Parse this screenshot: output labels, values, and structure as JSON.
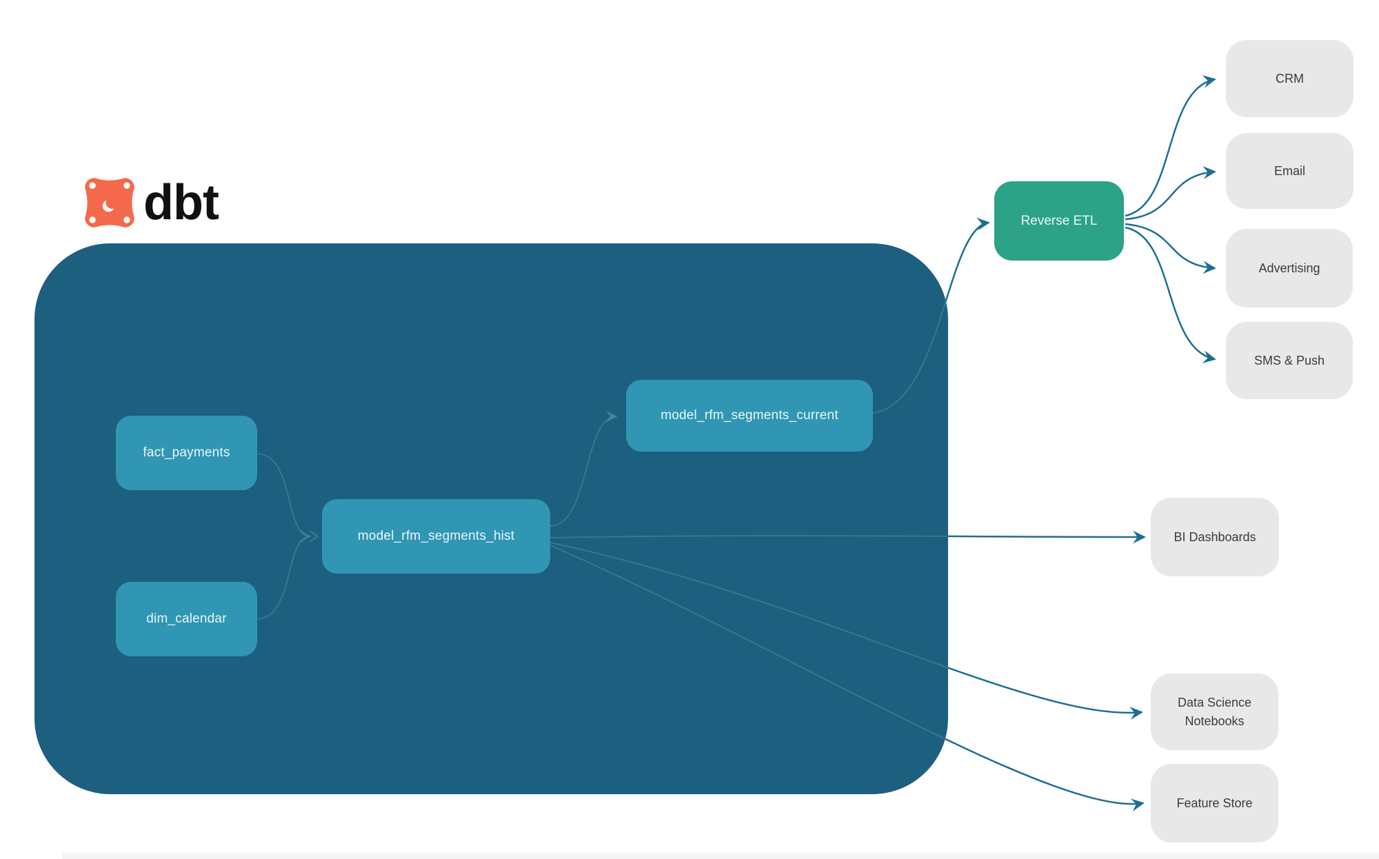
{
  "brand": {
    "name": "dbt"
  },
  "warehouse": {
    "nodes": {
      "fact_payments": "fact_payments",
      "dim_calendar": "dim_calendar",
      "model_rfm_segments_hist": "model_rfm_segments_hist",
      "model_rfm_segments_current": "model_rfm_segments_current"
    }
  },
  "reverse_etl": {
    "label": "Reverse ETL"
  },
  "destinations": {
    "crm": "CRM",
    "email": "Email",
    "advertising": "Advertising",
    "sms_push": "SMS & Push"
  },
  "outputs": {
    "bi_dashboards": "BI Dashboards",
    "data_science_notebooks": "Data Science Notebooks",
    "feature_store": "Feature Store"
  },
  "edges": [
    {
      "from": "fact_payments",
      "to": "model_rfm_segments_hist"
    },
    {
      "from": "dim_calendar",
      "to": "model_rfm_segments_hist"
    },
    {
      "from": "model_rfm_segments_hist",
      "to": "model_rfm_segments_current"
    },
    {
      "from": "model_rfm_segments_current",
      "to": "Reverse ETL"
    },
    {
      "from": "Reverse ETL",
      "to": "CRM"
    },
    {
      "from": "Reverse ETL",
      "to": "Email"
    },
    {
      "from": "Reverse ETL",
      "to": "Advertising"
    },
    {
      "from": "Reverse ETL",
      "to": "SMS & Push"
    },
    {
      "from": "model_rfm_segments_hist",
      "to": "BI Dashboards"
    },
    {
      "from": "model_rfm_segments_hist",
      "to": "Data Science Notebooks"
    },
    {
      "from": "model_rfm_segments_hist",
      "to": "Feature Store"
    }
  ],
  "colors": {
    "brand_orange": "#F4694B",
    "warehouse_bg": "#1D5F7E",
    "model_node": "#3096B4",
    "reverse_etl": "#2CA287",
    "destination_bg": "#E8E8E9",
    "connector_strong": "#1D6D94",
    "connector_faint": "#4C8AA6"
  }
}
